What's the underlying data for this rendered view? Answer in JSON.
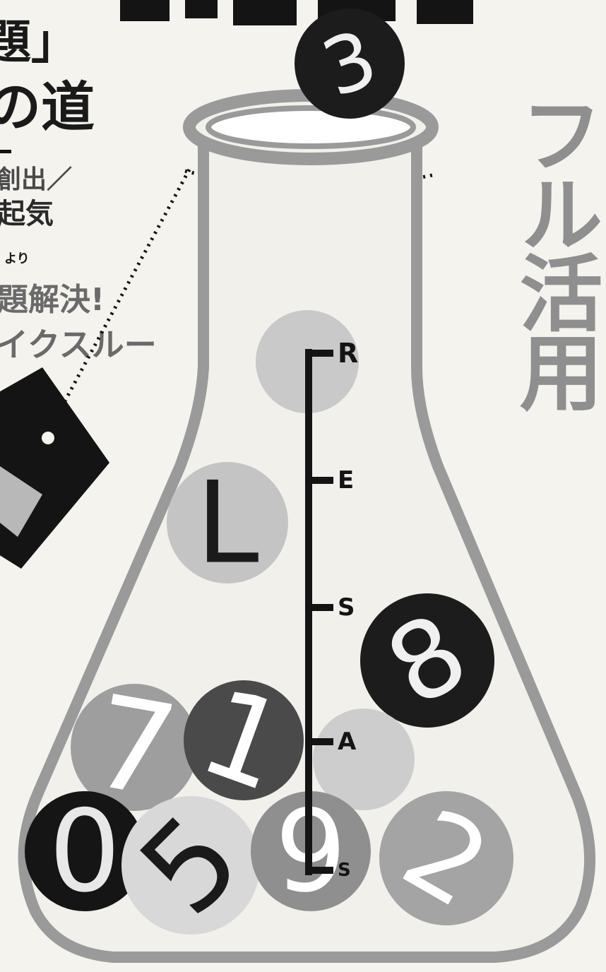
{
  "left_column": {
    "line1": "題」",
    "line2": "の道",
    "line3": "創出／",
    "line4": "起気",
    "line5": "より",
    "line6": "題解決!",
    "line7": "イクスルー"
  },
  "right_vertical": {
    "text": "フル活用"
  },
  "scale": {
    "labels": [
      "R",
      "E",
      "S",
      "A",
      "S"
    ]
  },
  "balls": [
    {
      "label": "3",
      "fill": "#1c1c1c",
      "text_color": "#f0f0f0"
    },
    {
      "label": "",
      "fill": "#c9c9c9",
      "text_color": "#ffffff"
    },
    {
      "label": "L",
      "fill": "#c4c4c4",
      "text_color": "#1a1a1a"
    },
    {
      "label": "8",
      "fill": "#1c1c1c",
      "text_color": "#f0f0f0"
    },
    {
      "label": "7",
      "fill": "#9e9e9e",
      "text_color": "#ffffff"
    },
    {
      "label": "1",
      "fill": "#4a4a4a",
      "text_color": "#ffffff"
    },
    {
      "label": "",
      "fill": "#cdcdcd",
      "text_color": "#ffffff"
    },
    {
      "label": "0",
      "fill": "#151515",
      "text_color": "#e8e8e8"
    },
    {
      "label": "5",
      "fill": "#d8d8d8",
      "text_color": "#1a1a1a"
    },
    {
      "label": "9",
      "fill": "#8f8f8f",
      "text_color": "#ffffff"
    },
    {
      "label": "2",
      "fill": "#a4a4a4",
      "text_color": "#ffffff"
    }
  ],
  "colors": {
    "flask_outline": "#9a9a9a",
    "flask_fill": "#f1f0eb",
    "ink": "#141414",
    "paper": "#f4f3ee"
  }
}
